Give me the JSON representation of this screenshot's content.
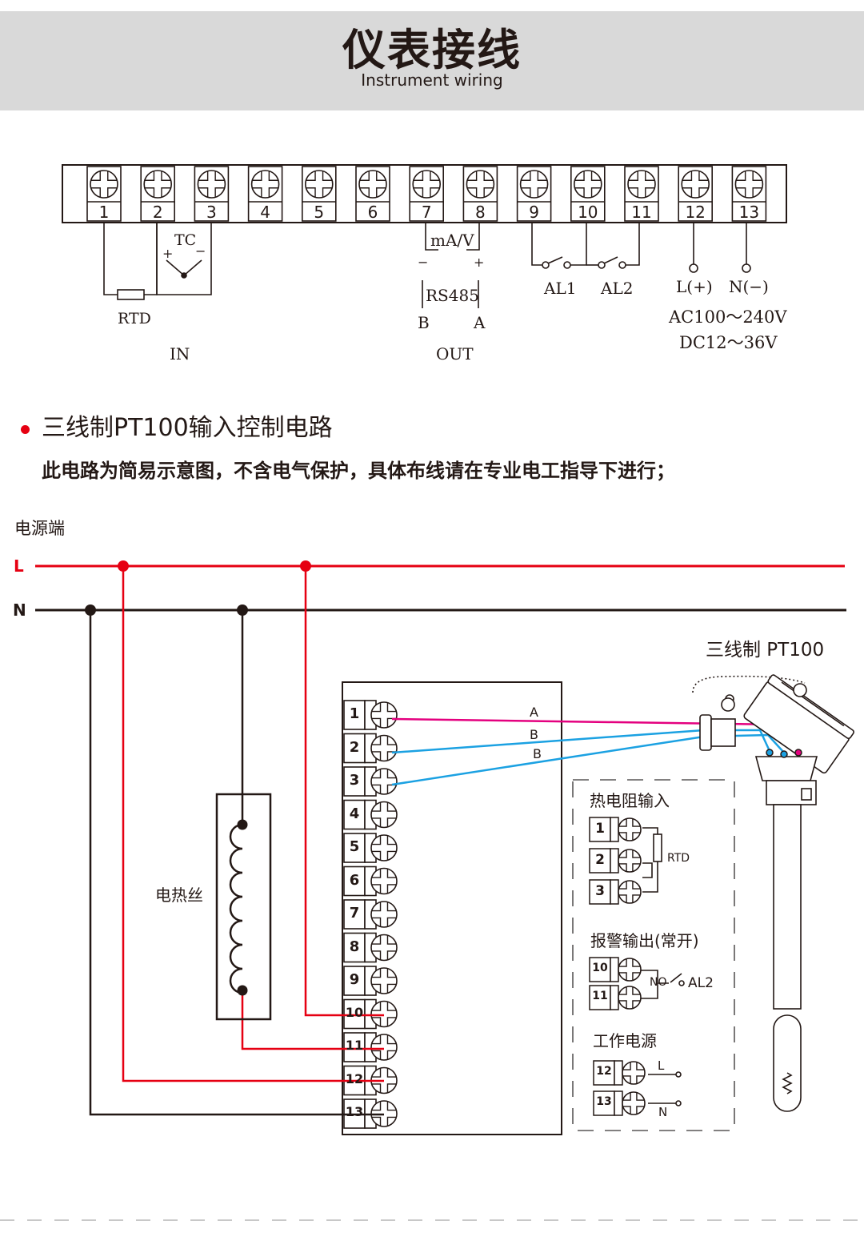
{
  "header": {
    "title_cn": "仪表接线",
    "title_en": "Instrument wiring"
  },
  "top_diagram": {
    "terminals": [
      "1",
      "2",
      "3",
      "4",
      "5",
      "6",
      "7",
      "8",
      "9",
      "10",
      "11",
      "12",
      "13"
    ],
    "tc": "TC",
    "plus": "+",
    "minus": "−",
    "rtd": "RTD",
    "in": "IN",
    "ma_v": "mA/V",
    "rs485": "RS485",
    "b": "B",
    "a": "A",
    "out": "OUT",
    "al1": "AL1",
    "al2": "AL2",
    "l_plus": "L(+)",
    "n_minus": "N(−)",
    "ac": "AC100～240V",
    "dc": "DC12～36V"
  },
  "section": {
    "title": "三线制PT100输入控制电路",
    "note": "此电路为简易示意图，不含电气保护，具体布线请在专业电工指导下进行；"
  },
  "wiring": {
    "power_label": "电源端",
    "line_l": "L",
    "line_n": "N",
    "heater": "电热丝",
    "pt100_title": "三线制 PT100",
    "wire_a": "A",
    "wire_b1": "B",
    "wire_b2": "B",
    "terminals": [
      "1",
      "2",
      "3",
      "4",
      "5",
      "6",
      "7",
      "8",
      "9",
      "10",
      "11",
      "12",
      "13"
    ]
  },
  "legend": {
    "rtd_input": "热电阻输入",
    "rtd": "RTD",
    "rtd_terms": [
      "1",
      "2",
      "3"
    ],
    "alarm": "报警输出(常开)",
    "no": "NO",
    "al2": "AL2",
    "alarm_terms": [
      "10",
      "11"
    ],
    "power": "工作电源",
    "l": "L",
    "n": "N",
    "power_terms": [
      "12",
      "13"
    ]
  },
  "colors": {
    "red": "#e60012",
    "blue": "#1ba1e2",
    "magenta": "#e4007f",
    "black": "#231815",
    "header_bg": "#d9d9d9"
  }
}
